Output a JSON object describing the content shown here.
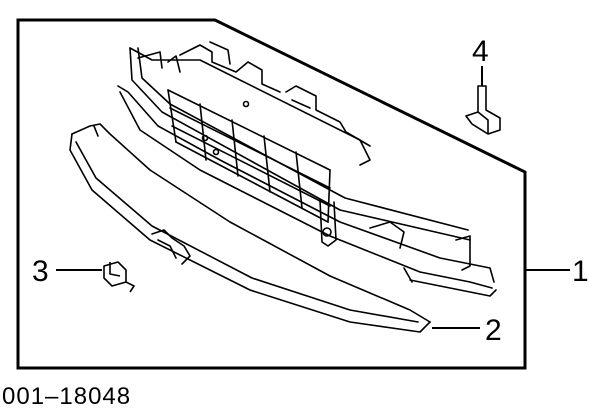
{
  "diagram": {
    "part_number": "001–18048",
    "callouts": [
      {
        "id": "1",
        "label": "1",
        "part": "grille-assembly"
      },
      {
        "id": "2",
        "label": "2",
        "part": "lower-molding"
      },
      {
        "id": "3",
        "label": "3",
        "part": "clip"
      },
      {
        "id": "4",
        "label": "4",
        "part": "bracket"
      }
    ],
    "colors": {
      "line": "#000000",
      "background": "#ffffff"
    }
  }
}
